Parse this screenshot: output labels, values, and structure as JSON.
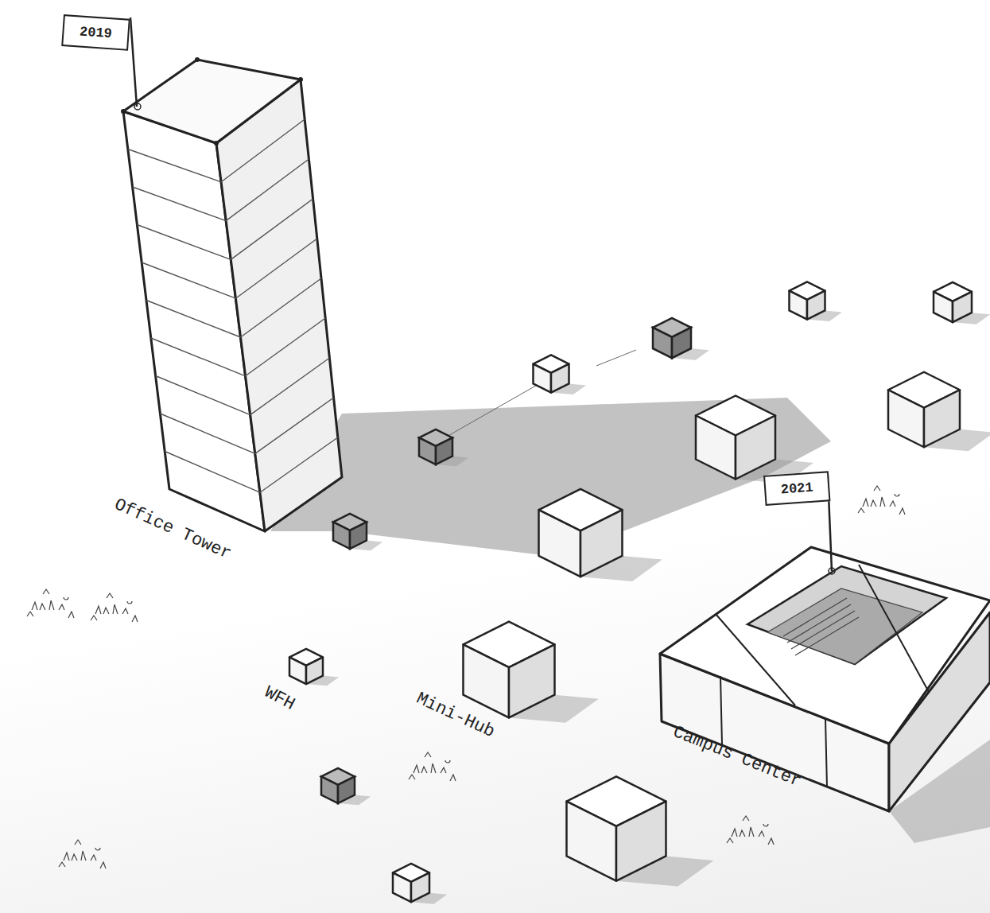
{
  "diagram": {
    "nodes": [
      {
        "text": [
          "2019"
        ]
      },
      {
        "text": [
          "Office Tower"
        ]
      },
      {
        "text": [
          "2021"
        ]
      },
      {
        "text": [
          "WFH"
        ]
      },
      {
        "text": [
          "Mini-Hub"
        ]
      },
      {
        "text": [
          "Campus Center"
        ]
      }
    ]
  }
}
